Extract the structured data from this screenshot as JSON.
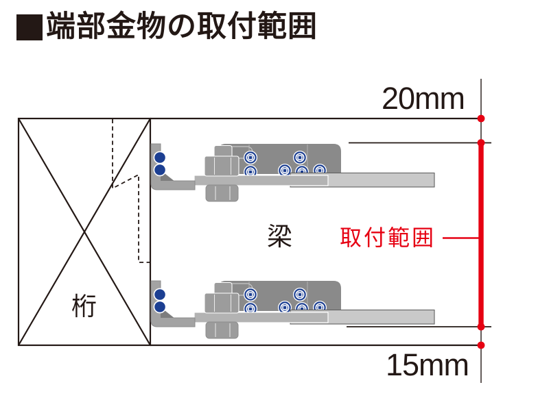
{
  "header": {
    "marker_icon": "black-square",
    "title": "端部金物の取付範囲"
  },
  "diagram": {
    "labels": {
      "girder": "桁",
      "beam": "梁"
    },
    "range": {
      "label": "取付範囲"
    },
    "dimensions": {
      "top_clearance": "20mm",
      "bottom_clearance": "15mm"
    },
    "icons": {
      "bolt_top_view": "flange-bolt-top-icon",
      "bolt_side_view": "round-bolt-side-icon",
      "hardware": "angle-bracket-hardware"
    },
    "colors": {
      "ink": "#231815",
      "accent_red": "#e60012",
      "bolt_blue": "#1c3f92",
      "hardware_body_gray": "#8a8a8a",
      "plate_inner_gray": "#b3b3b3",
      "plate_outer_gray": "#c9c9c9"
    }
  }
}
